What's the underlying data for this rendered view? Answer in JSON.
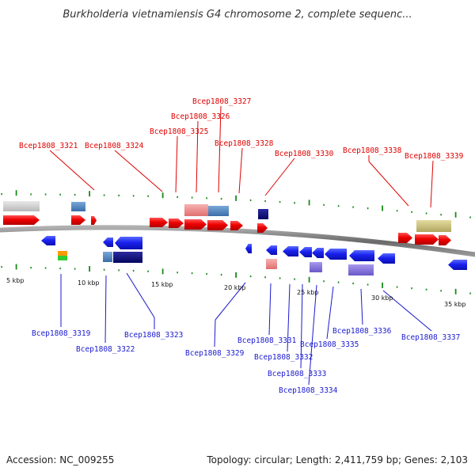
{
  "title": "Burkholderia vietnamiensis G4 chromosome 2, complete sequenc...",
  "footer": {
    "accession": "Accession: NC_009255",
    "summary": "Topology: circular; Length: 2,411,759 bp; Genes: 2,103"
  },
  "colors": {
    "top_label": "#e00000",
    "bottom_label": "#1a1ad0",
    "backbone": "#7a7a7a",
    "tick": "#1a8a1a"
  },
  "scale_labels": [
    "5 kbp",
    "10 kbp",
    "15 kbp",
    "20 kbp",
    "25 kbp",
    "30 kbp",
    "35 kbp"
  ],
  "top_labels": [
    "Bcep1808_3321",
    "Bcep1808_3324",
    "Bcep1808_3325",
    "Bcep1808_3326",
    "Bcep1808_3327",
    "Bcep1808_3328",
    "Bcep1808_3330",
    "Bcep1808_3338",
    "Bcep1808_3339"
  ],
  "bottom_labels": [
    "Bcep1808_3319",
    "Bcep1808_3322",
    "Bcep1808_3323",
    "Bcep1808_3329",
    "Bcep1808_3331",
    "Bcep1808_3332",
    "Bcep1808_3333",
    "Bcep1808_3334",
    "Bcep1808_3335",
    "Bcep1808_3336",
    "Bcep1808_3337"
  ]
}
